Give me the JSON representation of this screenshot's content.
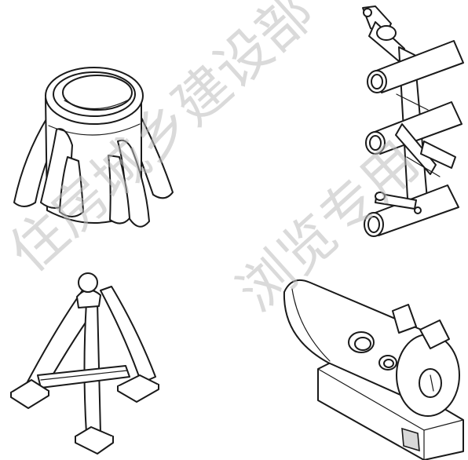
{
  "watermark": {
    "line1": "住房城乡建设部",
    "line2": "浏览专用"
  },
  "figures": [
    {
      "id": "a",
      "icon": "node-casting-with-ribs-icon"
    },
    {
      "id": "b",
      "icon": "multi-branch-tube-node-icon"
    },
    {
      "id": "c",
      "icon": "tripod-support-node-icon"
    },
    {
      "id": "d",
      "icon": "bearing-support-casting-icon"
    }
  ]
}
